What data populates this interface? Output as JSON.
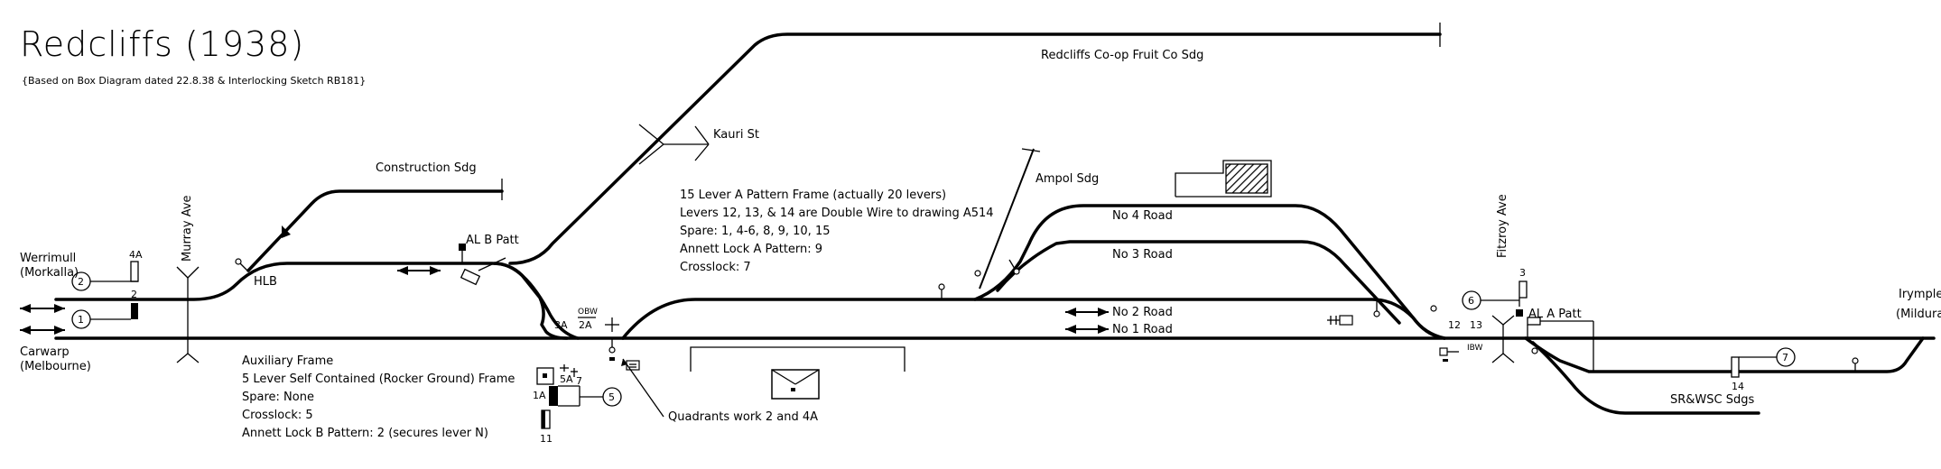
{
  "title": "Redcliffs (1938)",
  "subtitle": "{Based on Box Diagram dated 22.8.38 & Interlocking Sketch RB181}",
  "locations": {
    "werrimull": "Werrimull",
    "morkalla": "(Morkalla)",
    "carwarp": "Carwarp",
    "melbourne": "(Melbourne)",
    "irymple": "Irymple",
    "mildura": "(Mildura)",
    "murray_ave": "Murray Ave",
    "fitzroy_ave": "Fitzroy Ave",
    "kauri_st": "Kauri St"
  },
  "sidings": {
    "construction": "Construction Sdg",
    "fruit_co": "Redcliffs Co-op Fruit Co Sdg",
    "ampol": "Ampol Sdg",
    "no4": "No 4 Road",
    "no3": "No 3 Road",
    "no2": "No 2 Road",
    "no1": "No 1 Road",
    "srwsc": "SR&WSC Sdgs"
  },
  "frame_notes": [
    "15 Lever A Pattern Frame (actually 20 levers)",
    "Levers 12, 13, & 14 are Double Wire to drawing A514",
    "Spare: 1, 4-6, 8, 9, 10, 15",
    "Annett Lock A Pattern: 9",
    "Crosslock: 7"
  ],
  "aux_notes": [
    "Auxiliary Frame",
    "5 Lever Self Contained (Rocker Ground) Frame",
    "Spare: None",
    "Crosslock: 5",
    "Annett Lock B Pattern: 2 (secures lever N)"
  ],
  "quadrants_note": "Quadrants work 2 and 4A",
  "annotations": {
    "hlb": "HLB",
    "al_b_patt": "AL B Patt",
    "al_a_patt": "AL A Patt",
    "obw": "OBW",
    "ibw": "IBW"
  },
  "levers": {
    "l1": "1",
    "l2": "2",
    "l3": "3",
    "l4a": "4A",
    "l5": "5",
    "l5a": "5A",
    "l6": "6",
    "l7": "7",
    "l7b": "7",
    "l1a": "1A",
    "l11": "11",
    "l3a": "3A",
    "l2a": "2A",
    "l12": "12",
    "l13": "13",
    "l14": "14"
  }
}
